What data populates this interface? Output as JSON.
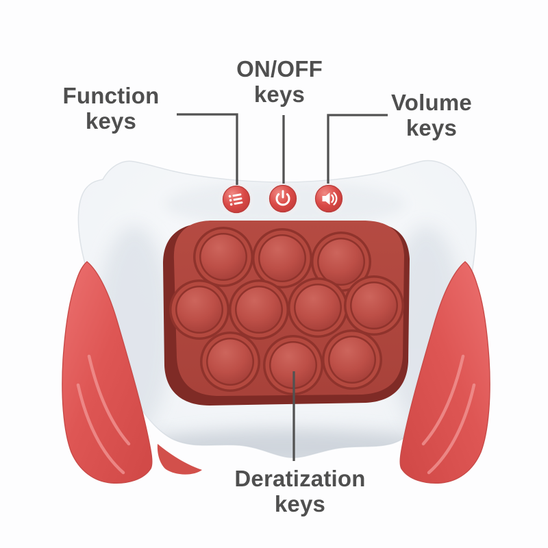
{
  "labels": {
    "function": {
      "line1": "Function",
      "line2": "keys"
    },
    "onoff": {
      "line1": "ON/OFF",
      "line2": "keys"
    },
    "volume": {
      "line1": "Volume",
      "line2": "keys"
    },
    "deratization": {
      "line1": "Deratization",
      "line2": "keys"
    }
  },
  "device": {
    "buttons": [
      {
        "name": "function-button",
        "icon": "menu-list-icon"
      },
      {
        "name": "power-button",
        "icon": "power-icon"
      },
      {
        "name": "volume-button",
        "icon": "speaker-volume-icon"
      }
    ],
    "pop_bubbles": {
      "count": 10,
      "rows": [
        3,
        4,
        3
      ]
    }
  },
  "colors": {
    "background": "#fdfdfe",
    "label_text": "#4f4f4f",
    "leader_line": "#525252",
    "body_white": "#f4f6f8",
    "grip_red": "#dd5351",
    "panel_red": "#b0463e",
    "panel_backing": "#7f2b26",
    "bubble_red": "#bd4f47",
    "button_red": "#d84744",
    "icon_white": "#ffffff"
  }
}
